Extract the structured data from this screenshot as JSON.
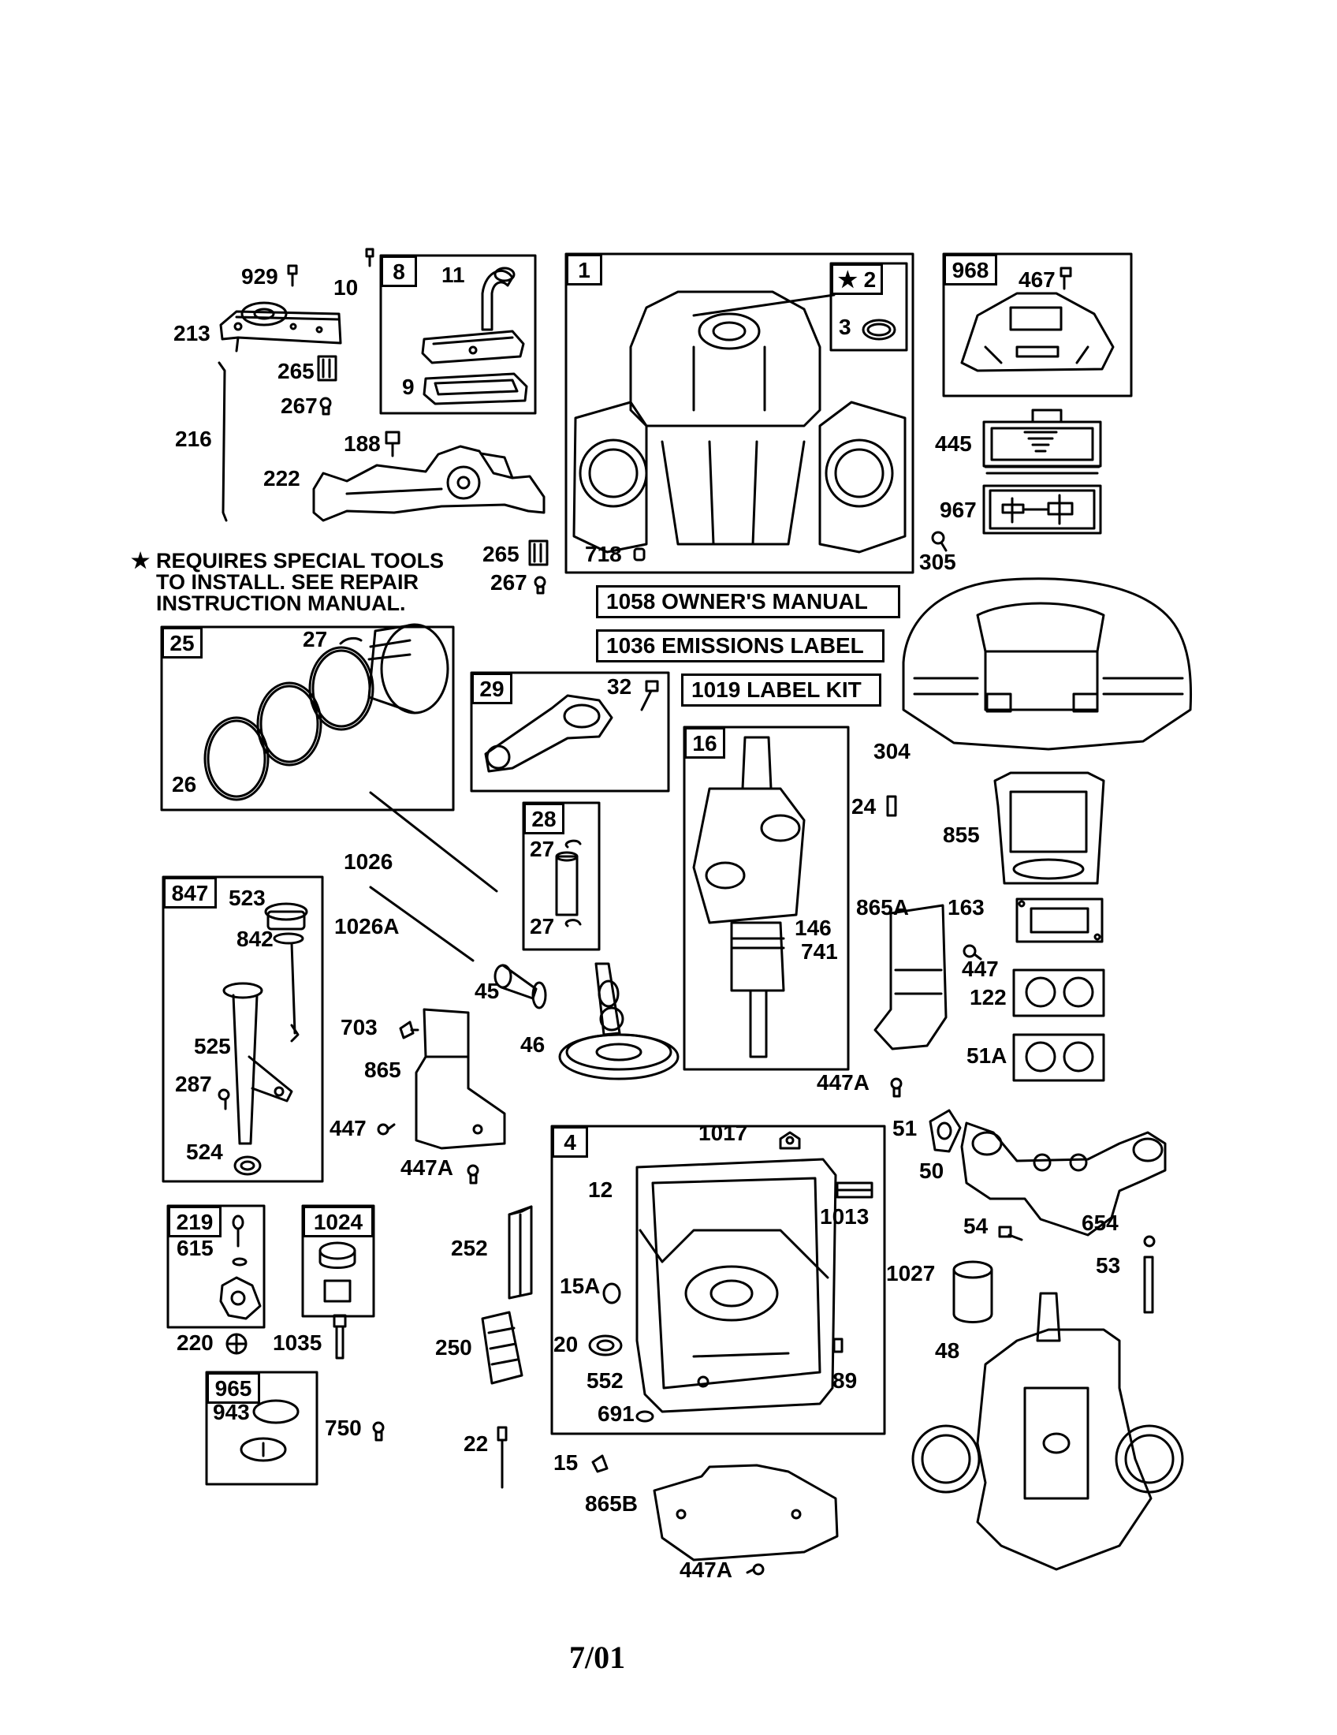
{
  "diagram": {
    "date_code": "7/01",
    "note": {
      "symbol": "★",
      "lines": [
        "REQUIRES SPECIAL TOOLS",
        "TO INSTALL.  SEE REPAIR",
        "INSTRUCTION MANUAL."
      ]
    },
    "kits": [
      "1058 OWNER'S MANUAL",
      "1036 EMISSIONS LABEL",
      "1019 LABEL KIT"
    ],
    "assemblies": [
      "8",
      "1",
      "★ 2",
      "968",
      "25",
      "29",
      "28",
      "16",
      "847",
      "4",
      "219",
      "1024",
      "965"
    ],
    "parts": [
      "929",
      "10",
      "11",
      "213",
      "265",
      "9",
      "267",
      "216",
      "188",
      "222",
      "3",
      "718",
      "467",
      "445",
      "967",
      "305",
      "265",
      "267",
      "27",
      "26",
      "32",
      "24",
      "304",
      "855",
      "27",
      "27",
      "146",
      "741",
      "865A",
      "163",
      "1026",
      "1026A",
      "523",
      "842",
      "45",
      "447",
      "122",
      "703",
      "525",
      "865",
      "46",
      "287",
      "51A",
      "447A",
      "447",
      "447A",
      "524",
      "1017",
      "51",
      "50",
      "12",
      "1013",
      "615",
      "252",
      "54",
      "654",
      "15A",
      "53",
      "1027",
      "220",
      "1035",
      "20",
      "250",
      "552",
      "89",
      "48",
      "691",
      "943",
      "750",
      "22",
      "15",
      "865B",
      "447A"
    ]
  }
}
